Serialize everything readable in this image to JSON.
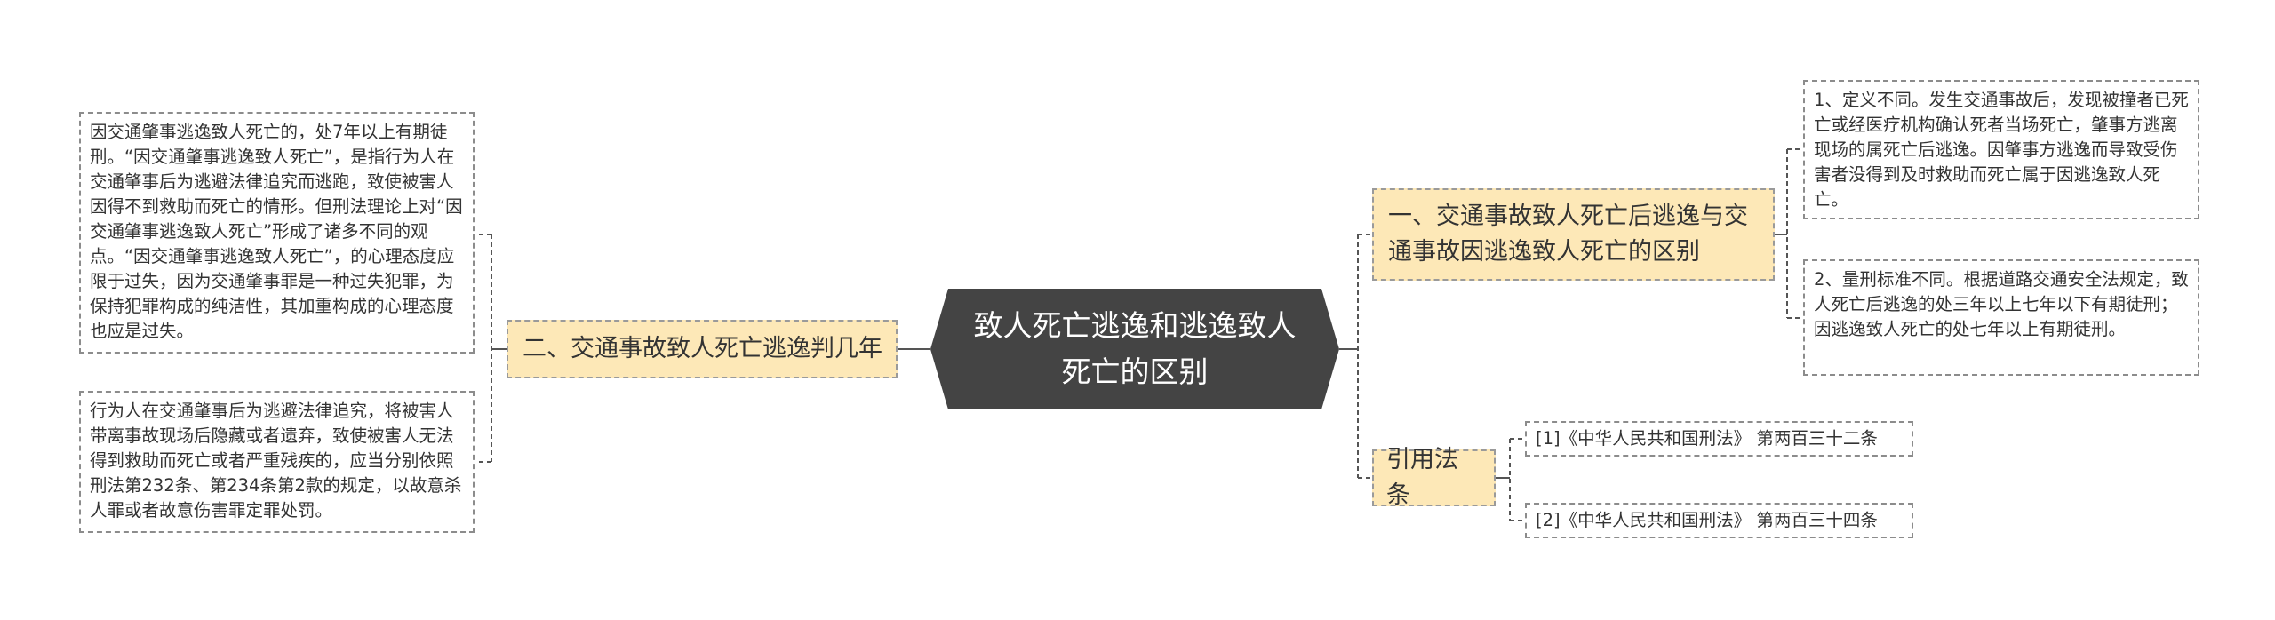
{
  "root": {
    "title": "致人死亡逃逸和逃逸致人死亡的区别"
  },
  "right": {
    "branch1": {
      "title": "一、交通事故致人死亡后逃逸与交通事故因逃逸致人死亡的区别",
      "leaves": [
        "1、定义不同。发生交通事故后，发现被撞者已死亡或经医疗机构确认死者当场死亡，肇事方逃离现场的属死亡后逃逸。因肇事方逃逸而导致受伤害者没得到及时救助而死亡属于因逃逸致人死亡。",
        "2、量刑标准不同。根据道路交通安全法规定，致人死亡后逃逸的处三年以上七年以下有期徒刑；因逃逸致人死亡的处七年以上有期徒刑。"
      ]
    },
    "branch2": {
      "title": "引用法条",
      "leaves": [
        "[1]《中华人民共和国刑法》 第两百三十二条",
        "[2]《中华人民共和国刑法》 第两百三十四条"
      ]
    }
  },
  "left": {
    "branch1": {
      "title": "二、交通事故致人死亡逃逸判几年",
      "leaves": [
        "因交通肇事逃逸致人死亡的，处7年以上有期徒刑。“因交通肇事逃逸致人死亡”，是指行为人在交通肇事后为逃避法律追究而逃跑，致使被害人因得不到救助而死亡的情形。但刑法理论上对“因交通肇事逃逸致人死亡”形成了诸多不同的观点。“因交通肇事逃逸致人死亡”，的心理态度应限于过失，因为交通肇事罪是一种过失犯罪，为保持犯罪构成的纯洁性，其加重构成的心理态度也应是过失。",
        "行为人在交通肇事后为逃避法律追究，将被害人带离事故现场后隐藏或者遗弃，致使被害人无法得到救助而死亡或者严重残疾的，应当分别依照刑法第232条、第234条第2款的规定，以故意杀人罪或者故意伤害罪定罪处罚。"
      ]
    }
  },
  "colors": {
    "root_bg": "#444444",
    "branch_bg": "#fde8b7",
    "line": "#555555",
    "border": "#8c8c8c"
  }
}
